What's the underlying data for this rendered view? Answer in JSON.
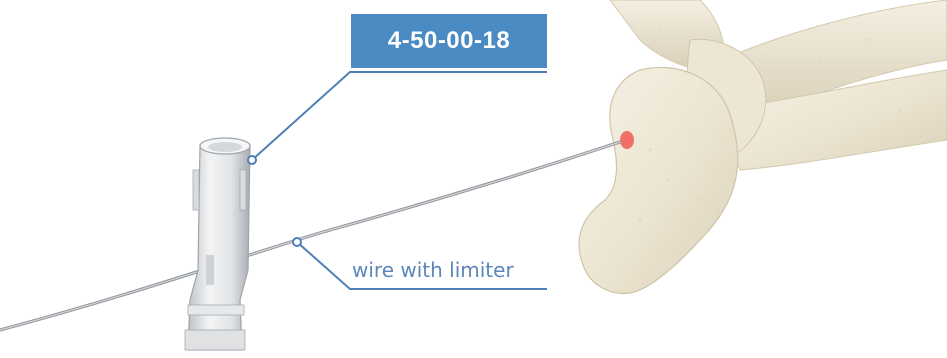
{
  "callouts": {
    "part_number": "4-50-00-18",
    "wire_label": "wire with limiter"
  },
  "colors": {
    "badge_background": "#4a8bc4",
    "leader_line": "#4f7fb8",
    "label_text": "#5b87b9",
    "bone": "#ece6d4",
    "entry_point": "#e8433f"
  },
  "icons": {
    "bone": "foot-bone-illustration",
    "sleeve": "wire-sleeve-illustration",
    "wire": "wire-illustration"
  }
}
